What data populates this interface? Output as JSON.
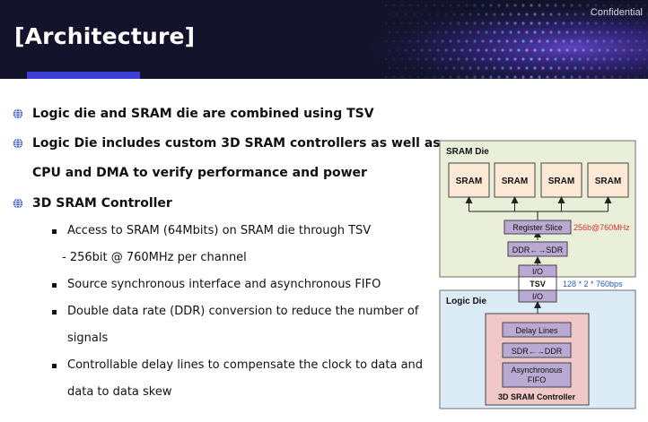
{
  "header": {
    "title": "[Architecture]",
    "confidential": "Confidential",
    "bg_color": "#12132a",
    "accent_color": "#3b3fd6"
  },
  "bullets": [
    {
      "level": 1,
      "icon": "globe-bullet-icon",
      "text": "Logic die and SRAM die are combined using TSV"
    },
    {
      "level": 1,
      "icon": "globe-bullet-icon",
      "text": "Logic Die includes custom 3D SRAM controllers as well as"
    },
    {
      "level": 1,
      "icon": "none",
      "text": "CPU and DMA to verify performance and power"
    },
    {
      "level": 1,
      "icon": "globe-bullet-icon",
      "text": "3D SRAM Controller"
    },
    {
      "level": 2,
      "icon": "square-bullet-icon",
      "text": "Access to SRAM (64Mbits) on SRAM die through TSV"
    },
    {
      "level": 2,
      "icon": "none",
      "text": "- 256bit @ 760MHz per channel"
    },
    {
      "level": 2,
      "icon": "square-bullet-icon",
      "text": "Source synchronous interface and asynchronous FIFO"
    },
    {
      "level": 2,
      "icon": "square-bullet-icon",
      "text": "Double data rate (DDR) conversion to reduce the number of"
    },
    {
      "level": 2,
      "icon": "none",
      "text": "signals"
    },
    {
      "level": 2,
      "icon": "square-bullet-icon",
      "text": "Controllable delay lines to compensate the clock to data and"
    },
    {
      "level": 2,
      "icon": "none",
      "text": "data to data skew"
    }
  ],
  "diagram": {
    "sram_die": {
      "label": "SRAM Die",
      "bg_color": "#e9efd9",
      "srams": [
        "SRAM",
        "SRAM",
        "SRAM",
        "SRAM"
      ],
      "register_slice": "Register Slice",
      "register_note": "256b@760MHz",
      "ddr_sdr": "DDR←→SDR",
      "io_top": "I/O"
    },
    "tsv": {
      "label": "TSV",
      "note": "128 * 2 * 760bps"
    },
    "logic_die": {
      "label": "Logic Die",
      "bg_color": "#dcecf6",
      "io_bottom": "I/O",
      "controller": {
        "label": "3D SRAM Controller",
        "bg_color": "#f0c8c8",
        "delay_lines": "Delay Lines",
        "sdr_ddr": "SDR←→DDR",
        "fifo_line1": "Asynchronous",
        "fifo_line2": "FIFO"
      }
    },
    "colors": {
      "block_purple": "#b9a9d3",
      "sram_fill": "#fde9d6",
      "note_red": "#e0302a",
      "note_blue": "#2a5bb5"
    }
  }
}
